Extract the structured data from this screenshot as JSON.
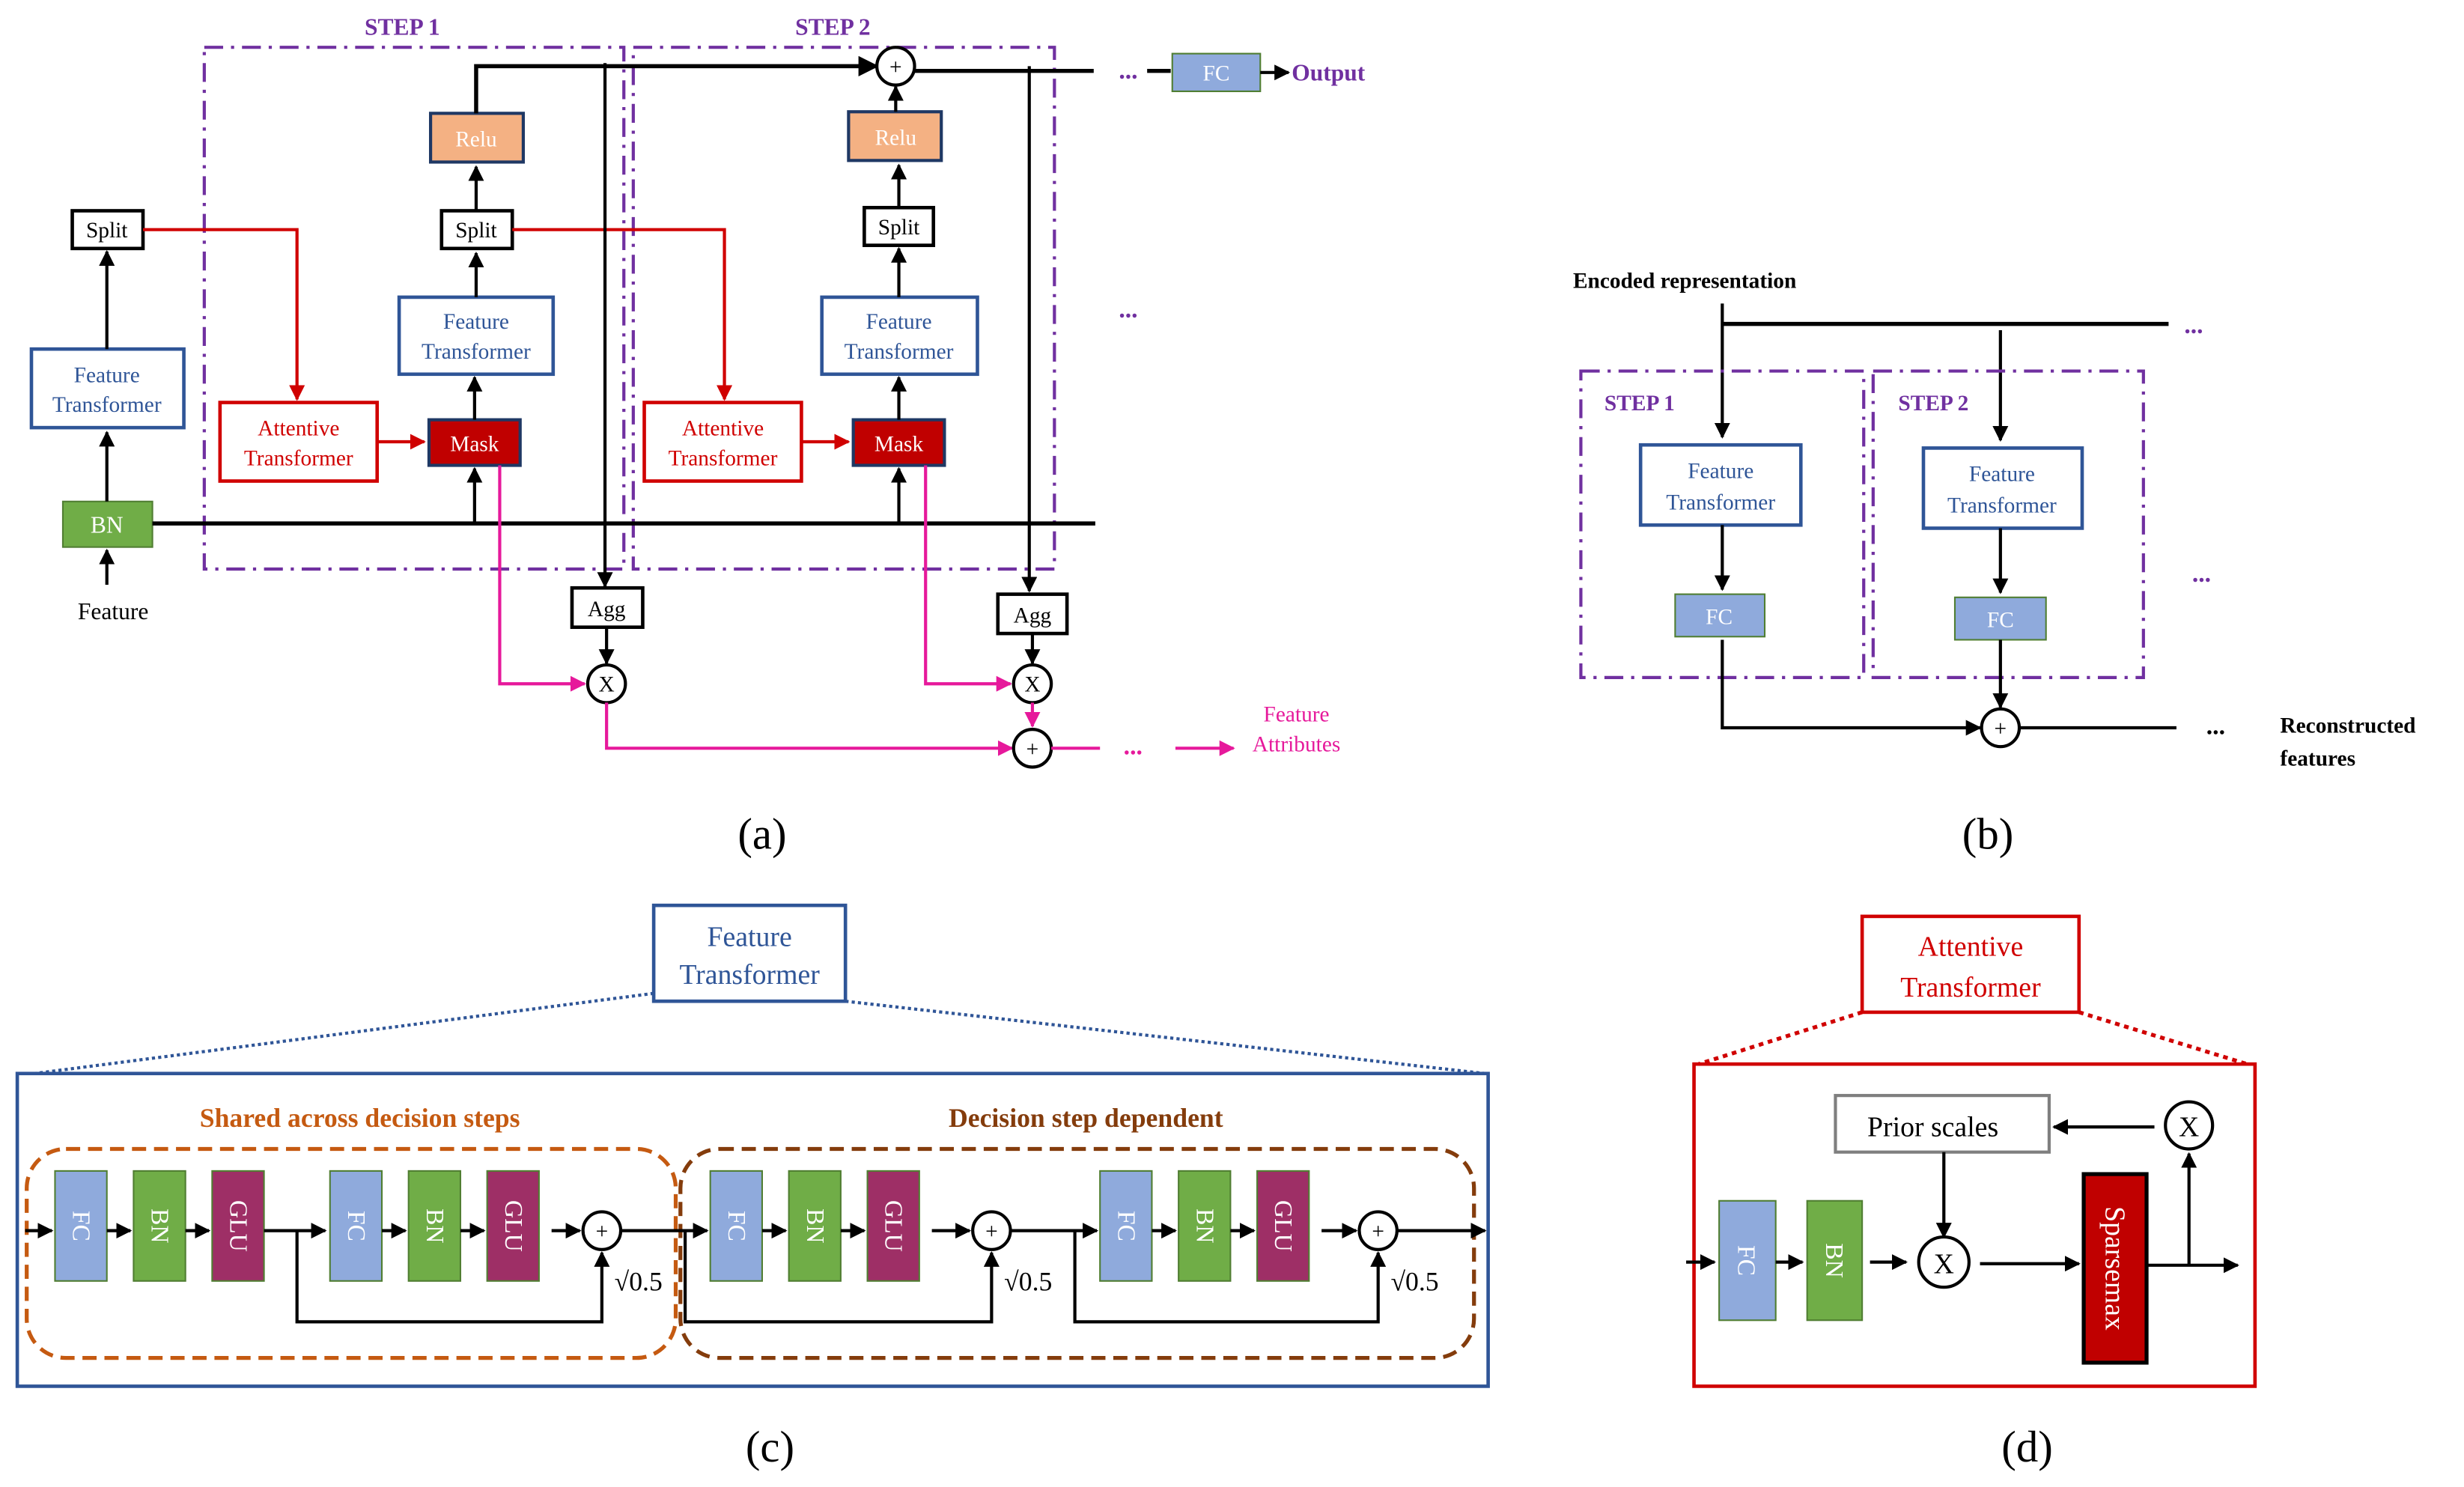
{
  "panels": {
    "a": {
      "caption": "(a)",
      "step1_label": "STEP 1",
      "step2_label": "STEP 2",
      "input_label": "Feature",
      "bn_label": "BN",
      "feature_transformer_line1": "Feature",
      "feature_transformer_line2": "Transformer",
      "split_label": "Split",
      "attentive_line1": "Attentive",
      "attentive_line2": "Transformer",
      "mask_label": "Mask",
      "relu_label": "Relu",
      "agg_label": "Agg",
      "plus_symbol": "+",
      "times_symbol": "X",
      "ellipsis": "...",
      "fc_label": "FC",
      "output_label": "Output",
      "attributes_line1": "Feature",
      "attributes_line2": "Attributes"
    },
    "b": {
      "caption": "(b)",
      "input_label": "Encoded representation",
      "step1_label": "STEP 1",
      "step2_label": "STEP 2",
      "feature_transformer_line1": "Feature",
      "feature_transformer_line2": "Transformer",
      "fc_label": "FC",
      "plus_symbol": "+",
      "ellipsis": "...",
      "output_line1": "Reconstructed",
      "output_line2": "features"
    },
    "c": {
      "caption": "(c)",
      "title_line1": "Feature",
      "title_line2": "Transformer",
      "shared_label": "Shared across decision steps",
      "dependent_label": "Decision step dependent",
      "fc_label": "FC",
      "bn_label": "BN",
      "glu_label": "GLU",
      "plus_symbol": "+",
      "scale_label": "√0.5"
    },
    "d": {
      "caption": "(d)",
      "title_line1": "Attentive",
      "title_line2": "Transformer",
      "prior_label": "Prior scales",
      "fc_label": "FC",
      "bn_label": "BN",
      "times_symbol": "X",
      "sparsemax_label": "Sparsemax"
    }
  },
  "colors": {
    "step_border": "#7030a0",
    "feature_transformer": "#2f5597",
    "attentive_transformer": "#d00000",
    "mask": "#c00000",
    "relu": "#f4b183",
    "bn": "#70ad47",
    "fc": "#8faadc",
    "glu": "#9e2f66",
    "attributes": "#e6199b",
    "shared": "#c55a11",
    "dependent": "#843c0c"
  }
}
